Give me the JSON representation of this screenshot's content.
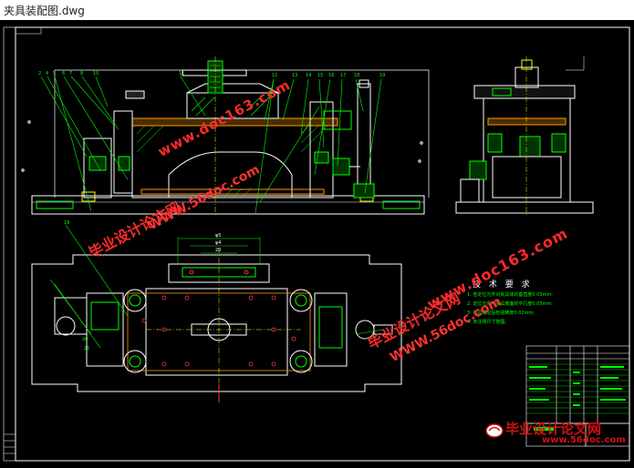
{
  "window": {
    "title": "夹具装配图.dwg"
  },
  "watermarks": {
    "site_url": "www.doc163.com",
    "cn_name": "毕业设计论文网",
    "alt_url": "WWW.56doc.com"
  },
  "tech_requirements": {
    "title": "技 术 要 求",
    "notes": [
      "1. 各定位元件对夹具体的垂直度0.05mm;",
      "2. 定位元件与夹具底面的平行度0.05mm;",
      "3. 夹具装配后检验精度0.02mm;",
      "4. 未注明尺寸按图。"
    ]
  },
  "brand": {
    "name": "毕业设计论文网",
    "url": "www.56doc.com"
  },
  "colors": {
    "background": "#000000",
    "line_green": "#00ff00",
    "line_white": "#ffffff",
    "line_yellow": "#ffff00",
    "line_orange": "#ff9900",
    "watermark_red": "#ff2a2a"
  }
}
